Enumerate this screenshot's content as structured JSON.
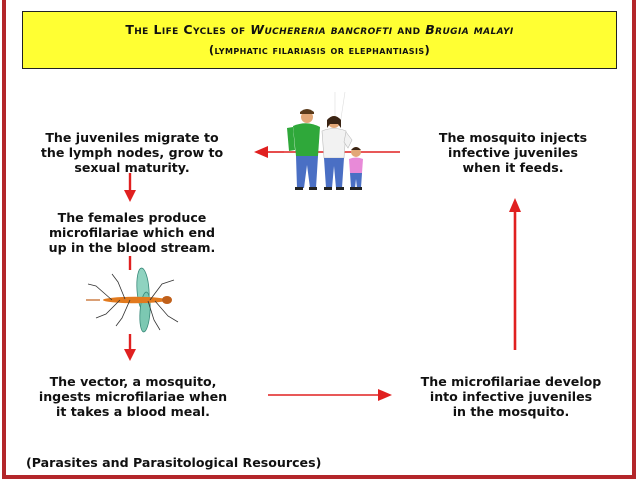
{
  "title": {
    "line1_prefix": "The Life Cycles of ",
    "line1_species1": "Wuchereria bancrofti",
    "line1_and": " and ",
    "line1_species2": "Brugia malayi",
    "line2": "(lymphatic filariasis or elephantiasis)"
  },
  "steps": {
    "juveniles_migrate": "The juveniles migrate to\nthe lymph nodes, grow to\nsexual maturity.",
    "mosquito_injects": "The mosquito injects\ninfective juveniles\nwhen it feeds.",
    "females_produce": "The females produce\nmicrofilariae which end\nup in the blood stream.",
    "vector_ingests": "The vector, a mosquito,\ningests microfilariae when\nit takes a blood meal.",
    "microfilariae_develop": "The microfilariae develop\ninto infective juveniles\nin the mosquito."
  },
  "caption": "(Parasites and Parasitological Resources)",
  "colors": {
    "frame": "#b3262a",
    "title_bg": "#ffff33",
    "arrow": "#e02020",
    "shirt_green": "#2fa83a",
    "shirt_white": "#f2f2f2",
    "jeans": "#4a6fc4",
    "child_pink": "#e88ad8"
  },
  "icons": [
    "family-illustration",
    "mosquito-illustration"
  ]
}
